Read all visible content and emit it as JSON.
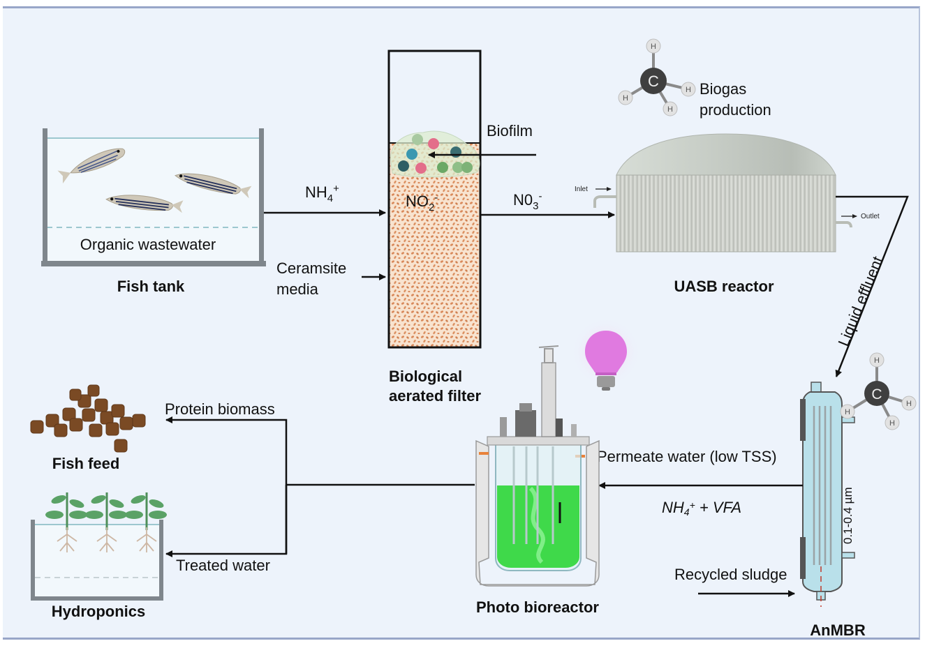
{
  "diagram": {
    "title": "",
    "colors": {
      "background": "#edf3fb",
      "frame_border": "#98a6c8",
      "ceramsite": "#d9895a",
      "microalgae_green": "#3fd94a",
      "lamp_pink": "#e07ae0",
      "tank_wall": "#7f868c",
      "reactor_grey": "#c9ccc6",
      "membrane_blue": "#b9e0ea",
      "feed_brown": "#7a4a24"
    },
    "nodes": {
      "fish_tank": {
        "label": "Fish tank",
        "inner_label": "Organic wastewater"
      },
      "baf": {
        "label_line1": "Biological",
        "label_line2": "aerated filter",
        "inner_label": "NO",
        "inner_sub": "2",
        "inner_sup": "-"
      },
      "uasb": {
        "label": "UASB reactor",
        "inlet_label": "Inlet",
        "outlet_label": "Outlet"
      },
      "biogas": {
        "label_line1": "Biogas",
        "label_line2": "production",
        "molecule_center": "C",
        "molecule_h": "H"
      },
      "anmbr": {
        "label": "AnMBR",
        "pore_size": "0.1-0.4 µm",
        "molecule_center": "C",
        "molecule_h": "H"
      },
      "photo_bioreactor": {
        "label": "Photo bioreactor"
      },
      "fish_feed": {
        "label": "Fish feed"
      },
      "hydroponics": {
        "label": "Hydroponics"
      }
    },
    "flows": {
      "nh4": {
        "text": "NH",
        "sub": "4",
        "sup": "+"
      },
      "no3": {
        "text": "N0",
        "sub": "3",
        "sup": "-"
      },
      "biofilm": "Biofilm",
      "ceramsite_line1": "Ceramsite",
      "ceramsite_line2": "media",
      "liquid_effluent": "Liquid effluent",
      "permeate": "Permeate water (low TSS)",
      "nh4_vfa": {
        "text1": "NH",
        "sub": "4",
        "sup": "+",
        "text2": " + VFA"
      },
      "recycled_sludge": "Recycled sludge",
      "protein_biomass": "Protein biomass",
      "treated_water": "Treated water"
    }
  }
}
